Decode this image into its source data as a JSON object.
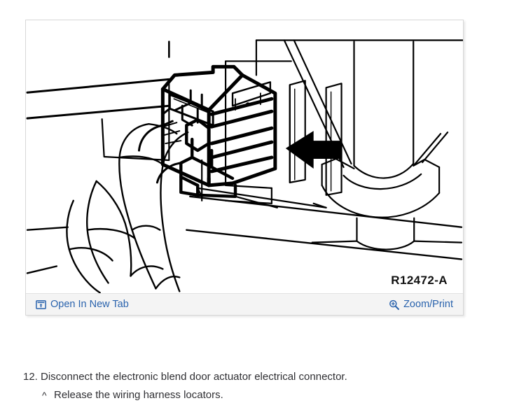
{
  "figure": {
    "alt_description": "Line-art technical illustration: a hand gripping an electronic blend door actuator electrical connector mounted on the HVAC housing, with a solid black arrow pointing left toward the connector release tab, and a cylindrical air duct at the right.",
    "reference_code": "R12472-A",
    "toolbar": {
      "open_new_tab": {
        "label": "Open In New Tab",
        "icon": "open-in-new-tab-icon"
      },
      "zoom_print": {
        "label": "Zoom/Print",
        "icon": "magnifier-plus-icon"
      }
    },
    "colors": {
      "link": "#2a63ad",
      "toolbar_background": "#f4f4f4",
      "card_border": "#d8d8d8",
      "line_art": "#000000",
      "page_background": "#ffffff",
      "body_text": "#2f2f33"
    }
  },
  "steps": {
    "main": "12. Disconnect the electronic blend door actuator electrical connector.",
    "sub_marker": "^",
    "sub": "Release the wiring harness locators."
  }
}
